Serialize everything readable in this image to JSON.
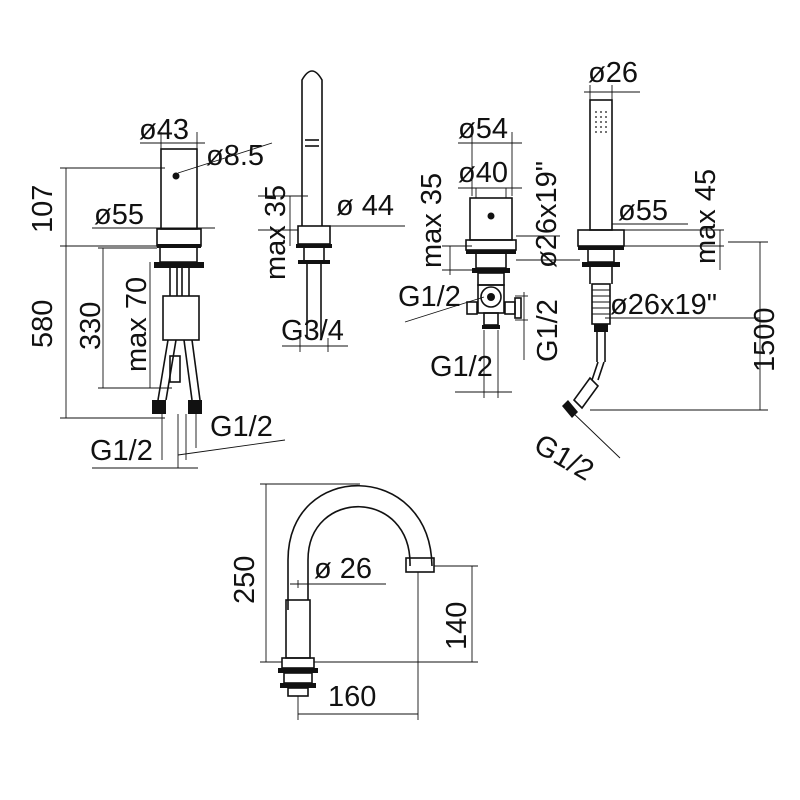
{
  "mixer": {
    "dia_43": "ø43",
    "dia_8_5": "ø8.5",
    "dia_55": "ø55",
    "h_107": "107",
    "h_580": "580",
    "h_330": "330",
    "max_70": "max 70",
    "thread_left": "G1/2",
    "thread_right": "G1/2"
  },
  "spout": {
    "max_35": "max 35",
    "dia_44": "ø 44",
    "thread": "G3/4"
  },
  "diverter": {
    "dia_54": "ø54",
    "dia_40": "ø40",
    "max_35": "max 35",
    "rect": "ø26x19\"",
    "thread_left": "G1/2",
    "thread_bottom": "G1/2",
    "thread_right": "G1/2"
  },
  "hand_shower": {
    "dia_26": "ø26",
    "dia_55": "ø55",
    "max_45": "max 45",
    "rect": "ø26x19\"",
    "hose_length": "1500",
    "thread": "G1/2"
  },
  "gooseneck": {
    "height": "250",
    "dia_26": "ø 26",
    "outlet_height": "140",
    "reach": "160"
  }
}
